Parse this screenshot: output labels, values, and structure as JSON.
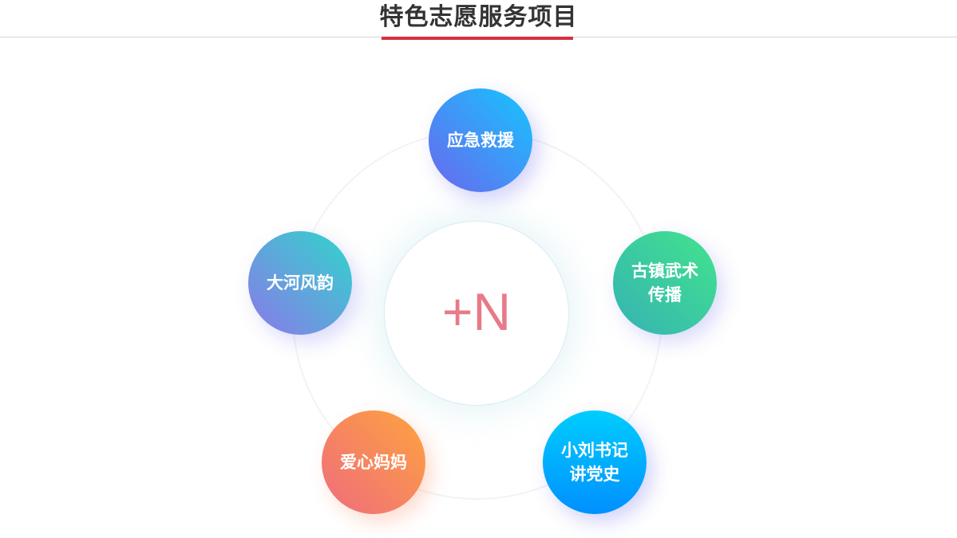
{
  "header": {
    "title": "特色志愿服务项目"
  },
  "center": {
    "label": "+N"
  },
  "projects": [
    {
      "label": "应急救援"
    },
    {
      "label": "古镇武术传播"
    },
    {
      "label": "大河风韵"
    },
    {
      "label": "爱心妈妈"
    },
    {
      "label": "小刘书记讲党史"
    }
  ],
  "colors": {
    "accent": "#d93040",
    "center_text": "#e87a88"
  }
}
